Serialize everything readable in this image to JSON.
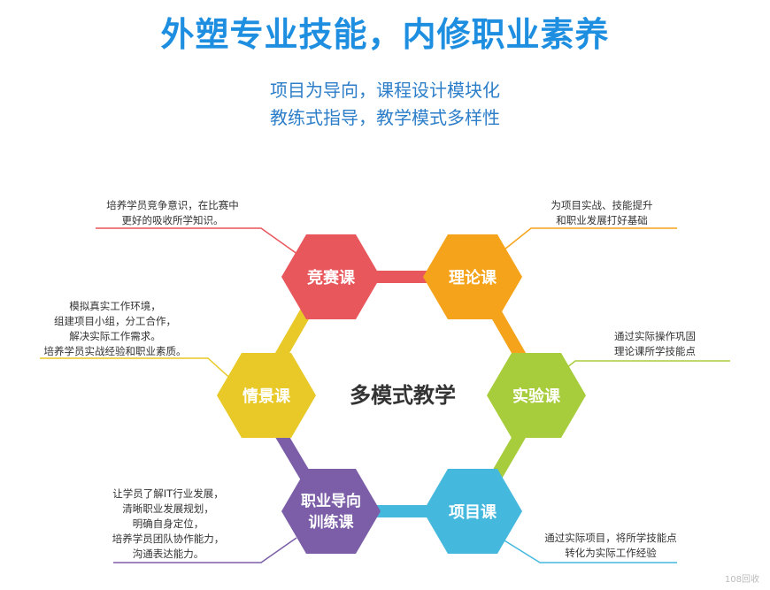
{
  "title": "外塑专业技能，内修职业素养",
  "subtitle_line1": "项目为导向，课程设计模块化",
  "subtitle_line2": "教练式指导，教学模式多样性",
  "center_label": "多模式教学",
  "courses": [
    {
      "label1": "竞赛课",
      "label2": "",
      "color": "#e8575c"
    },
    {
      "label1": "理论课",
      "label2": "",
      "color": "#f5a31a"
    },
    {
      "label1": "实验课",
      "label2": "",
      "color": "#a8cd3c"
    },
    {
      "label1": "项目课",
      "label2": "",
      "color": "#45b8de"
    },
    {
      "label1": "职业导向",
      "label2": "训练课",
      "color": "#7b5ea7"
    },
    {
      "label1": "情景课",
      "label2": "",
      "color": "#e8c927"
    }
  ],
  "descriptions": {
    "competition": [
      "培养学员竞争意识，在比赛中",
      "更好的吸收所学知识。"
    ],
    "theory": [
      "为项目实战、技能提升",
      "和职业发展打好基础"
    ],
    "scenario": [
      "模拟真实工作环境，",
      "组建项目小组，分工合作，",
      "解决实际工作需求。",
      "培养学员实战经验和职业素质。"
    ],
    "experiment": [
      "通过实际操作巩固",
      "理论课所学技能点"
    ],
    "career": [
      "让学员了解IT行业发展，",
      "清晰职业发展规划，",
      "明确自身定位，",
      "培养学员团队协作能力，",
      "沟通表达能力。"
    ],
    "project": [
      "通过实际项目，将所学技能点",
      "转化为实际工作经验"
    ]
  },
  "watermark": "108回收"
}
